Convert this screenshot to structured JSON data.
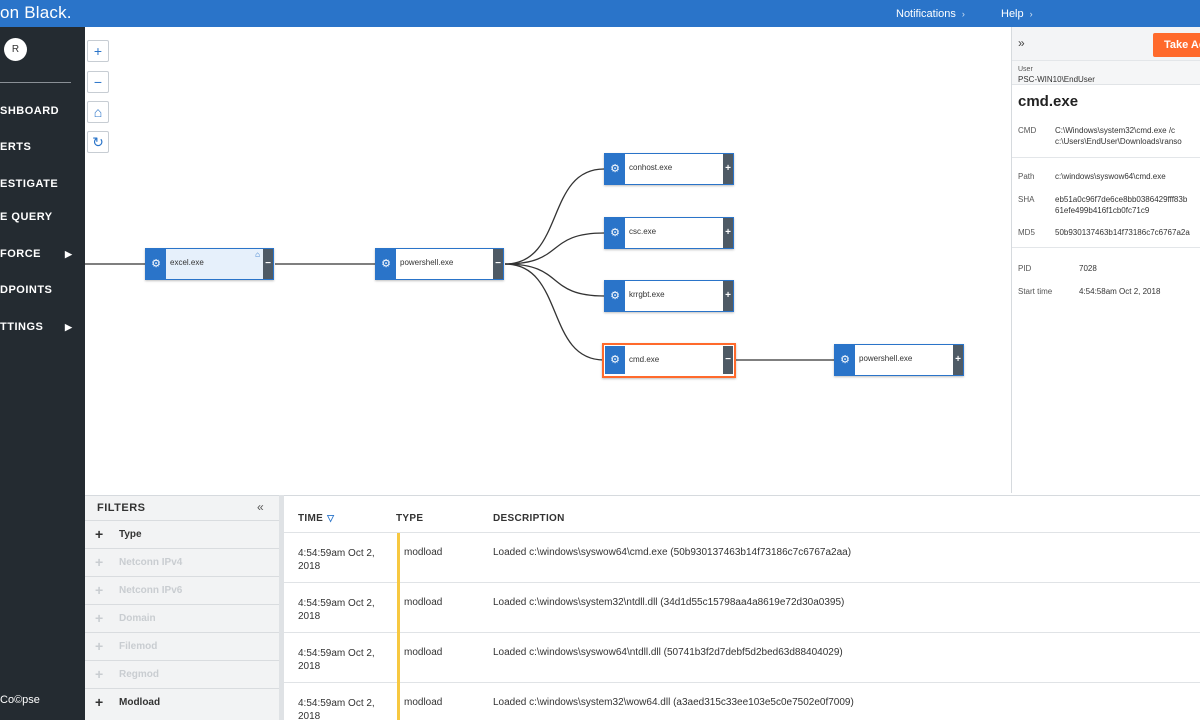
{
  "brand": "on Black.",
  "topnav": {
    "notifications": "Notifications",
    "help": "Help",
    "chevron": "›"
  },
  "sidebar": {
    "avatar": "R",
    "items": [
      {
        "label": "SHBOARD",
        "has_arrow": false
      },
      {
        "label": "ERTS",
        "has_arrow": false
      },
      {
        "label": "ESTIGATE",
        "has_arrow": false
      },
      {
        "label": "E QUERY",
        "has_arrow": false
      },
      {
        "label": "FORCE",
        "has_arrow": true
      },
      {
        "label": "DPOINTS",
        "has_arrow": false
      },
      {
        "label": "TTINGS",
        "has_arrow": true
      }
    ],
    "arrow_glyph": "▶",
    "collapse_label": "Co",
    "collapse_label_2": "pse",
    "copyright": "©"
  },
  "canvas": {
    "zoom": {
      "zoom_in": "+",
      "zoom_out": "−",
      "home": "⌂",
      "refresh": "↻"
    },
    "nodes": [
      {
        "label": "excel.exe",
        "expand": "−"
      },
      {
        "label": "powershell.exe",
        "expand": "−"
      },
      {
        "label": "conhost.exe",
        "expand": "+"
      },
      {
        "label": "csc.exe",
        "expand": "+"
      },
      {
        "label": "krrgbt.exe",
        "expand": "+"
      },
      {
        "label": "cmd.exe",
        "expand": "−"
      },
      {
        "label": "powershell.exe",
        "expand": "+"
      }
    ],
    "gear_glyph": "⚙",
    "home_glyph": "⌂"
  },
  "details": {
    "collapse_glyph": "»",
    "take_action": "Take Ac",
    "user_label": "User",
    "user_value": "PSC-WIN10\\EndUser",
    "process_name": "cmd.exe",
    "cmd_key": "CMD",
    "cmd_line1": "C:\\Windows\\system32\\cmd.exe /c",
    "cmd_line2": "c:\\Users\\EndUser\\Downloads\\ranso",
    "path_key": "Path",
    "path_value": "c:\\windows\\syswow64\\cmd.exe",
    "sha_key": "SHA",
    "sha_line1": "eb51a0c96f7de6ce8bb0386429fff83b",
    "sha_line2": "61efe499b416f1cb0fc71c9",
    "md5_key": "MD5",
    "md5_value": "50b930137463b14f73186c7c6767a2a",
    "pid_key": "PID",
    "pid_value": "7028",
    "start_key": "Start time",
    "start_value": "4:54:58am Oct 2, 2018"
  },
  "filters": {
    "title": "FILTERS",
    "collapse_glyph": "«",
    "plus_glyph": "+",
    "items": [
      {
        "label": "Type",
        "disabled": false
      },
      {
        "label": "Netconn IPv4",
        "disabled": true
      },
      {
        "label": "Netconn IPv6",
        "disabled": true
      },
      {
        "label": "Domain",
        "disabled": true
      },
      {
        "label": "Filemod",
        "disabled": true
      },
      {
        "label": "Regmod",
        "disabled": true
      },
      {
        "label": "Modload",
        "disabled": false
      }
    ]
  },
  "events": {
    "headers": {
      "time": "TIME",
      "type": "TYPE",
      "description": "DESCRIPTION"
    },
    "sort_glyph": "▽",
    "rows": [
      {
        "time_line1": "4:54:59am Oct 2,",
        "time_line2": "2018",
        "type": "modload",
        "description": "Loaded c:\\windows\\syswow64\\cmd.exe (50b930137463b14f73186c7c6767a2aa)"
      },
      {
        "time_line1": "4:54:59am Oct 2,",
        "time_line2": "2018",
        "type": "modload",
        "description": "Loaded c:\\windows\\system32\\ntdll.dll (34d1d55c15798aa4a8619e72d30a0395)"
      },
      {
        "time_line1": "4:54:59am Oct 2,",
        "time_line2": "2018",
        "type": "modload",
        "description": "Loaded c:\\windows\\syswow64\\ntdll.dll (50741b3f2d7debf5d2bed63d88404029)"
      },
      {
        "time_line1": "4:54:59am Oct 2,",
        "time_line2": "2018",
        "type": "modload",
        "description": "Loaded c:\\windows\\system32\\wow64.dll (a3aed315c33ee103e5c0e7502e0f7009)"
      }
    ]
  },
  "colors": {
    "brand_blue": "#2a74c9",
    "sidebar": "#242b31",
    "accent_orange": "#ff6a2c",
    "type_bar": "#f7c840"
  }
}
